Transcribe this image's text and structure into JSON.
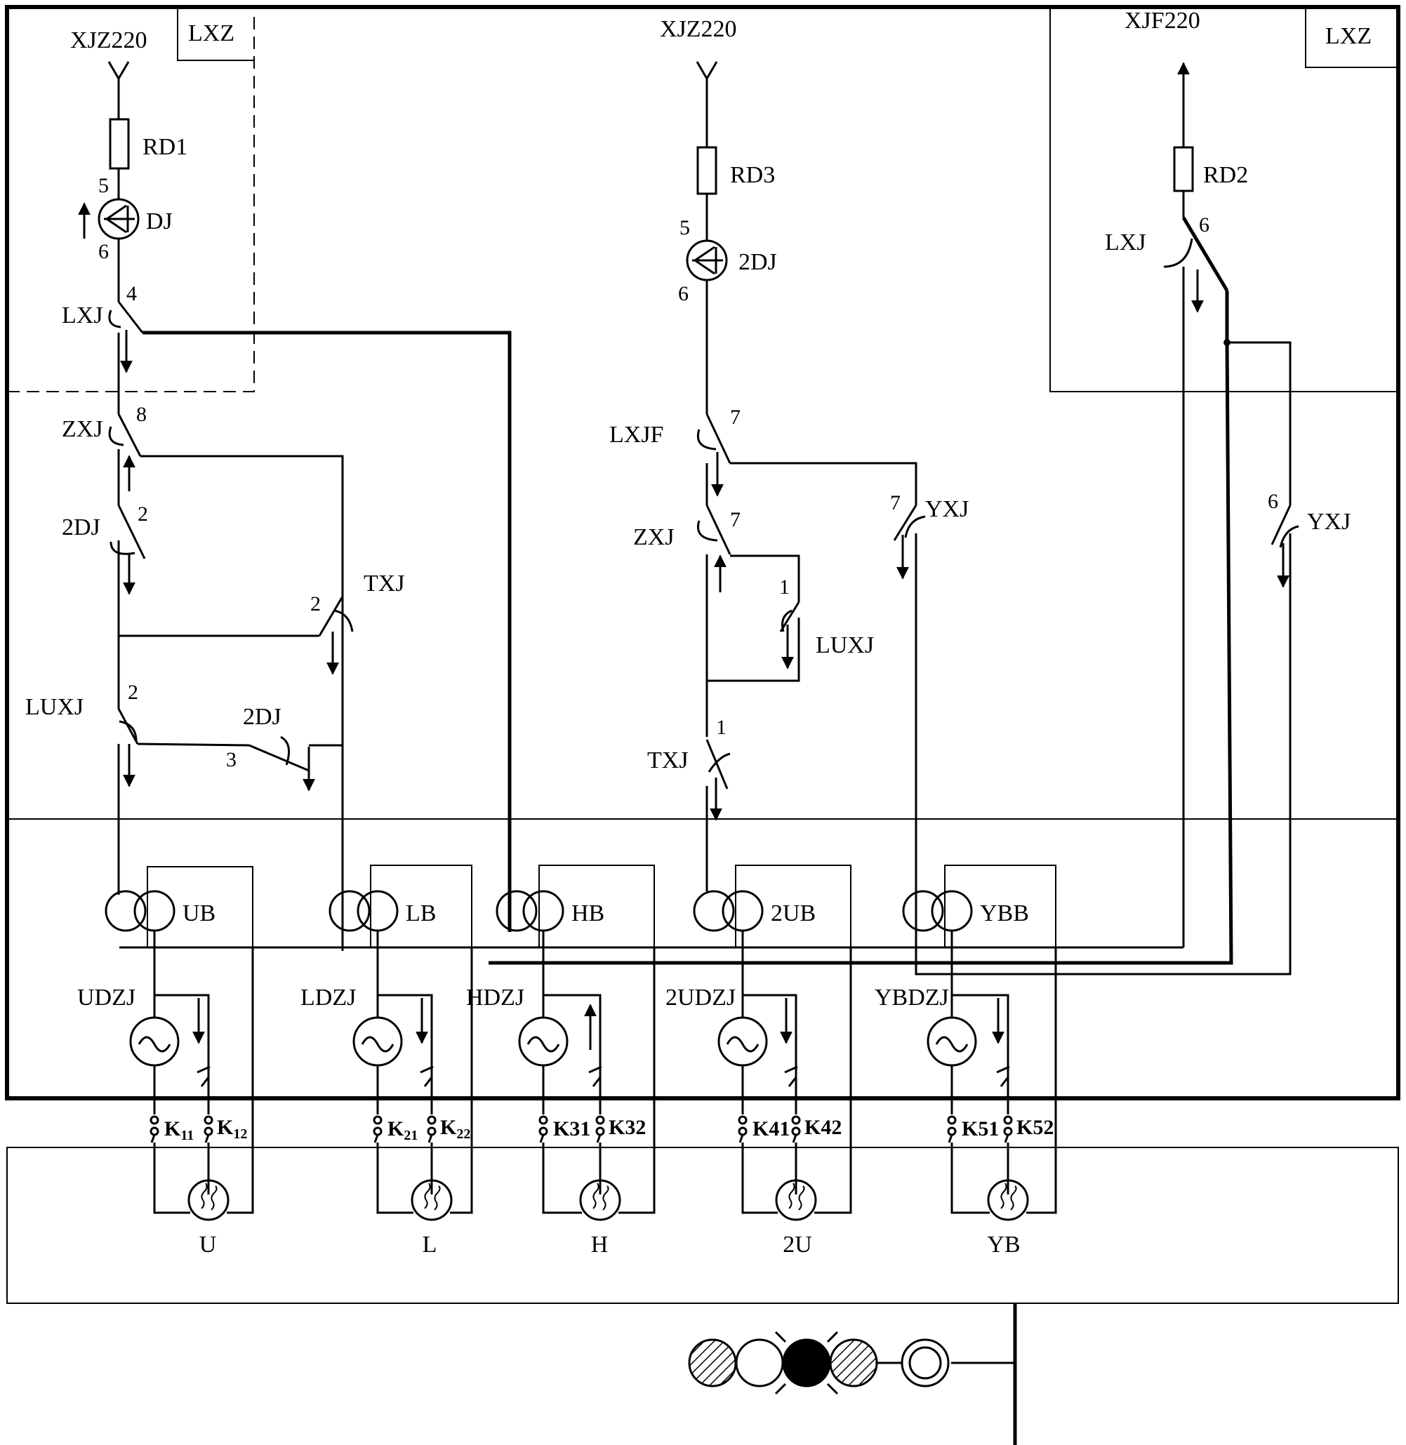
{
  "sources": {
    "left": "XJZ220",
    "middle": "XJZ220",
    "right": "XJF220"
  },
  "boxes": {
    "lxz_left": "LXZ",
    "lxz_right": "LXZ"
  },
  "fuses": {
    "rd1": "RD1",
    "rd3": "RD3",
    "rd2": "RD2"
  },
  "relays": {
    "dj": "DJ",
    "dj2": "2DJ",
    "lxj_left": "LXJ",
    "lxj_right": "LXJ",
    "zxj_left": "ZXJ",
    "zxj_mid": "ZXJ",
    "dj2_contact_a": "2DJ",
    "dj2_contact_b": "2DJ",
    "txj_left": "TXJ",
    "txj_mid": "TXJ",
    "luxj_left": "LUXJ",
    "luxj_mid": "LUXJ",
    "lxjf": "LXJF",
    "yxj_mid": "YXJ",
    "yxj_right": "YXJ"
  },
  "contact_numbers": {
    "dj_top": "5",
    "dj_bottom": "6",
    "lxj_left": "4",
    "zxj_left": "8",
    "dj2_left": "2",
    "txj_left": "2",
    "luxj_left": "2",
    "dj2_lower": "3",
    "dj2_mid_top": "5",
    "dj2_mid_bottom": "6",
    "lxjf": "7",
    "zxj_mid": "7",
    "luxj_mid": "1",
    "txj_mid": "1",
    "yxj_mid": "7",
    "lxj_right": "6",
    "yxj_right": "6"
  },
  "transformers": [
    "UB",
    "LB",
    "HB",
    "2UB",
    "YBB"
  ],
  "flash_relays": [
    "UDZJ",
    "LDZJ",
    "HDZJ",
    "2UDZJ",
    "YBDZJ"
  ],
  "terminals": [
    {
      "a": "K",
      "a_sub": "11",
      "b": "K",
      "b_sub": "12"
    },
    {
      "a": "K",
      "a_sub": "21",
      "b": "K",
      "b_sub": "22"
    },
    {
      "a": "K31",
      "a_sub": "",
      "b": "K32",
      "b_sub": ""
    },
    {
      "a": "K41",
      "a_sub": "",
      "b": "K42",
      "b_sub": ""
    },
    {
      "a": "K51",
      "a_sub": "",
      "b": "K52",
      "b_sub": ""
    }
  ],
  "lamps": [
    "U",
    "L",
    "H",
    "2U",
    "YB"
  ],
  "signal_lamps": [
    {
      "style": "hatched"
    },
    {
      "style": "white"
    },
    {
      "style": "black",
      "lit": true
    },
    {
      "style": "hatched"
    },
    {
      "style": "ring"
    }
  ]
}
